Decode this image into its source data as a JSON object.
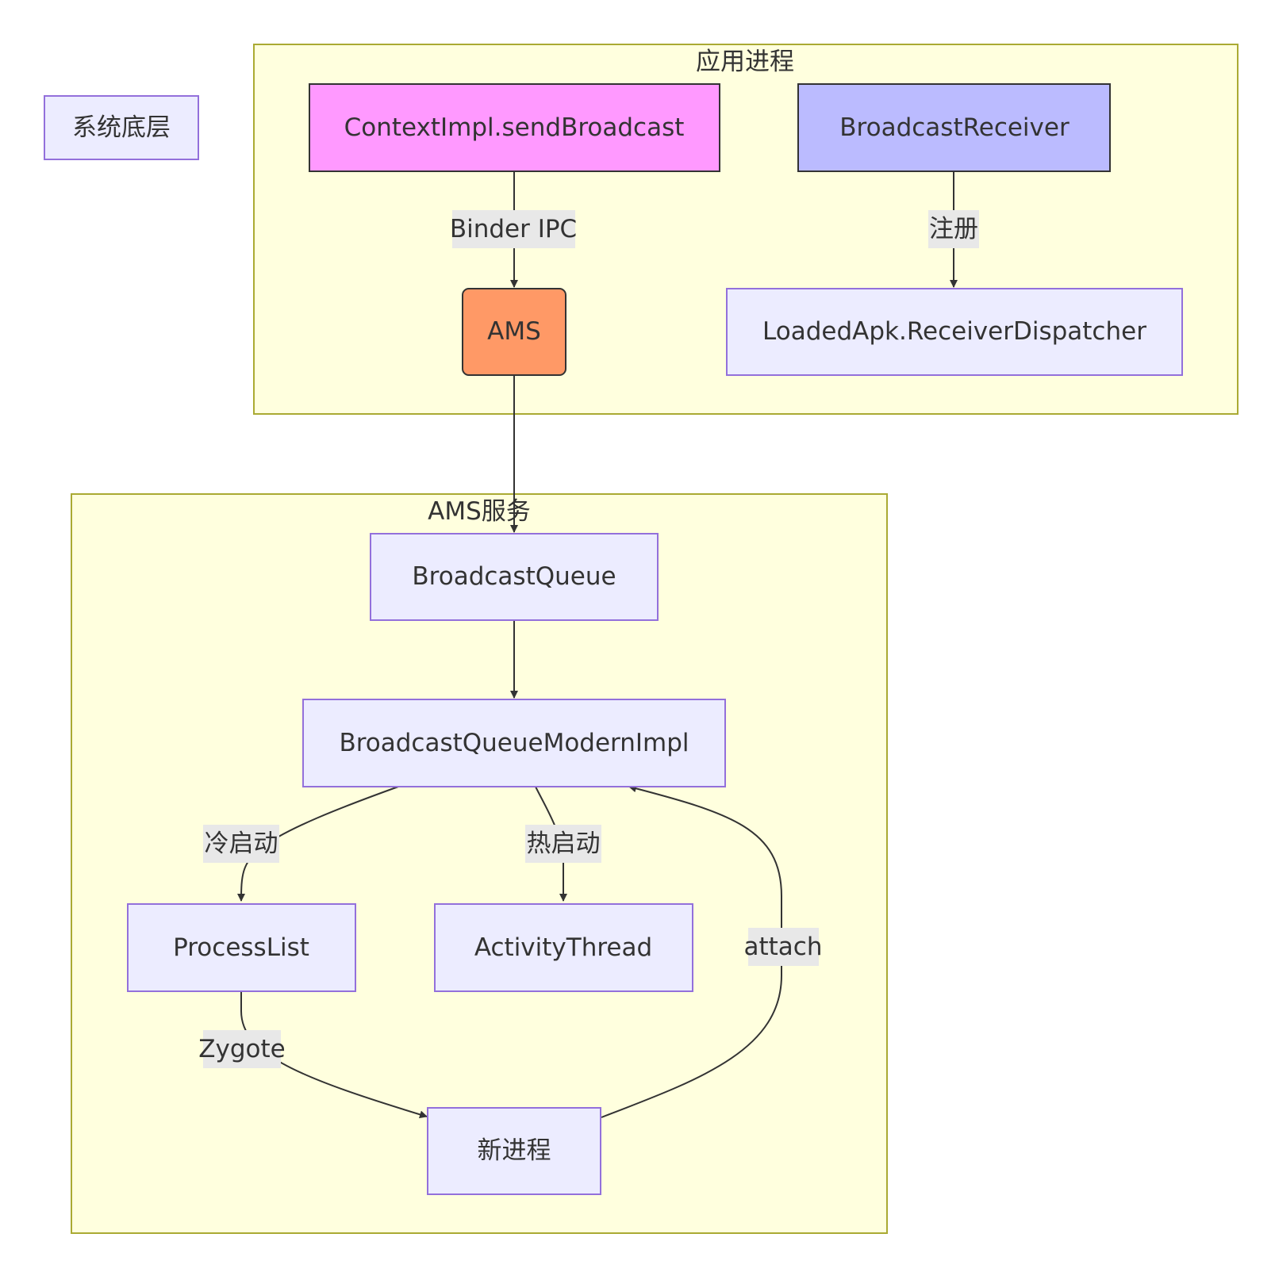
{
  "clusters": {
    "app_process": {
      "title": "应用进程"
    },
    "ams_service": {
      "title": "AMS服务"
    }
  },
  "nodes": {
    "system_bottom": {
      "label": "系统底层"
    },
    "send_broadcast": {
      "label": "ContextImpl.sendBroadcast",
      "fill": "#ff99ff",
      "stroke": "#333333"
    },
    "broadcast_receiver": {
      "label": "BroadcastReceiver",
      "fill": "#bbbbff",
      "stroke": "#333333"
    },
    "ams": {
      "label": "AMS",
      "fill": "#ff9966",
      "stroke": "#333333"
    },
    "receiver_dispatcher": {
      "label": "LoadedApk.ReceiverDispatcher"
    },
    "broadcast_queue": {
      "label": "BroadcastQueue"
    },
    "queue_modern_impl": {
      "label": "BroadcastQueueModernImpl"
    },
    "process_list": {
      "label": "ProcessList"
    },
    "activity_thread": {
      "label": "ActivityThread"
    },
    "new_process": {
      "label": "新进程"
    }
  },
  "edges": {
    "binder_ipc": {
      "label": "Binder IPC"
    },
    "register": {
      "label": "注册"
    },
    "cold_start": {
      "label": "冷启动"
    },
    "hot_start": {
      "label": "热启动"
    },
    "attach": {
      "label": "attach"
    },
    "zygote": {
      "label": "Zygote"
    }
  },
  "colors": {
    "cluster_fill": "#ffffde",
    "cluster_stroke": "#aaaa33",
    "node_fill": "#ececff",
    "node_stroke": "#9370db",
    "edge_stroke": "#333333",
    "edge_label_bg": "#e8e8e8"
  }
}
